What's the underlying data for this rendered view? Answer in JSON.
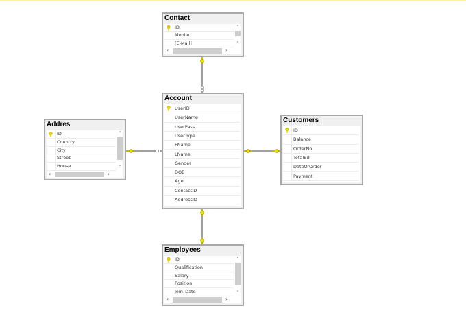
{
  "colors": {
    "key": "#e8d800",
    "connector": "#a0a0a0",
    "border": "#a8a8a8",
    "accent": "#fff3a0"
  },
  "tables": {
    "contact": {
      "title": "Contact",
      "columns": [
        "ID",
        "Mobile",
        "[E-Mail]"
      ],
      "primary_key": "ID",
      "scrollable": true
    },
    "account": {
      "title": "Account",
      "columns": [
        "UserID",
        "UserName",
        "UserPass",
        "UserType",
        "FName",
        "LName",
        "Gender",
        "DOB",
        "Age",
        "ContactID",
        "AddressID"
      ],
      "primary_key": "UserID",
      "scrollable": false
    },
    "addres": {
      "title": "Addres",
      "columns": [
        "ID",
        "Country",
        "City",
        "Street",
        "House"
      ],
      "primary_key": "ID",
      "scrollable": true
    },
    "customers": {
      "title": "Customers",
      "columns": [
        "ID",
        "Balance",
        "OrderNo",
        "TotalBill",
        "DateOfOrder",
        "Payment"
      ],
      "primary_key": "ID",
      "scrollable": false
    },
    "employees": {
      "title": "Employees",
      "columns": [
        "ID",
        "Qualification",
        "Salary",
        "Position",
        "Join_Date"
      ],
      "primary_key": "ID",
      "scrollable": true
    }
  },
  "relationships": [
    {
      "from": "account",
      "to": "contact",
      "from_end": "infinity",
      "to_end": "key"
    },
    {
      "from": "account",
      "to": "addres",
      "from_end": "infinity",
      "to_end": "key"
    },
    {
      "from": "account",
      "to": "customers",
      "from_end": "key",
      "to_end": "key"
    },
    {
      "from": "account",
      "to": "employees",
      "from_end": "key",
      "to_end": "key"
    }
  ]
}
